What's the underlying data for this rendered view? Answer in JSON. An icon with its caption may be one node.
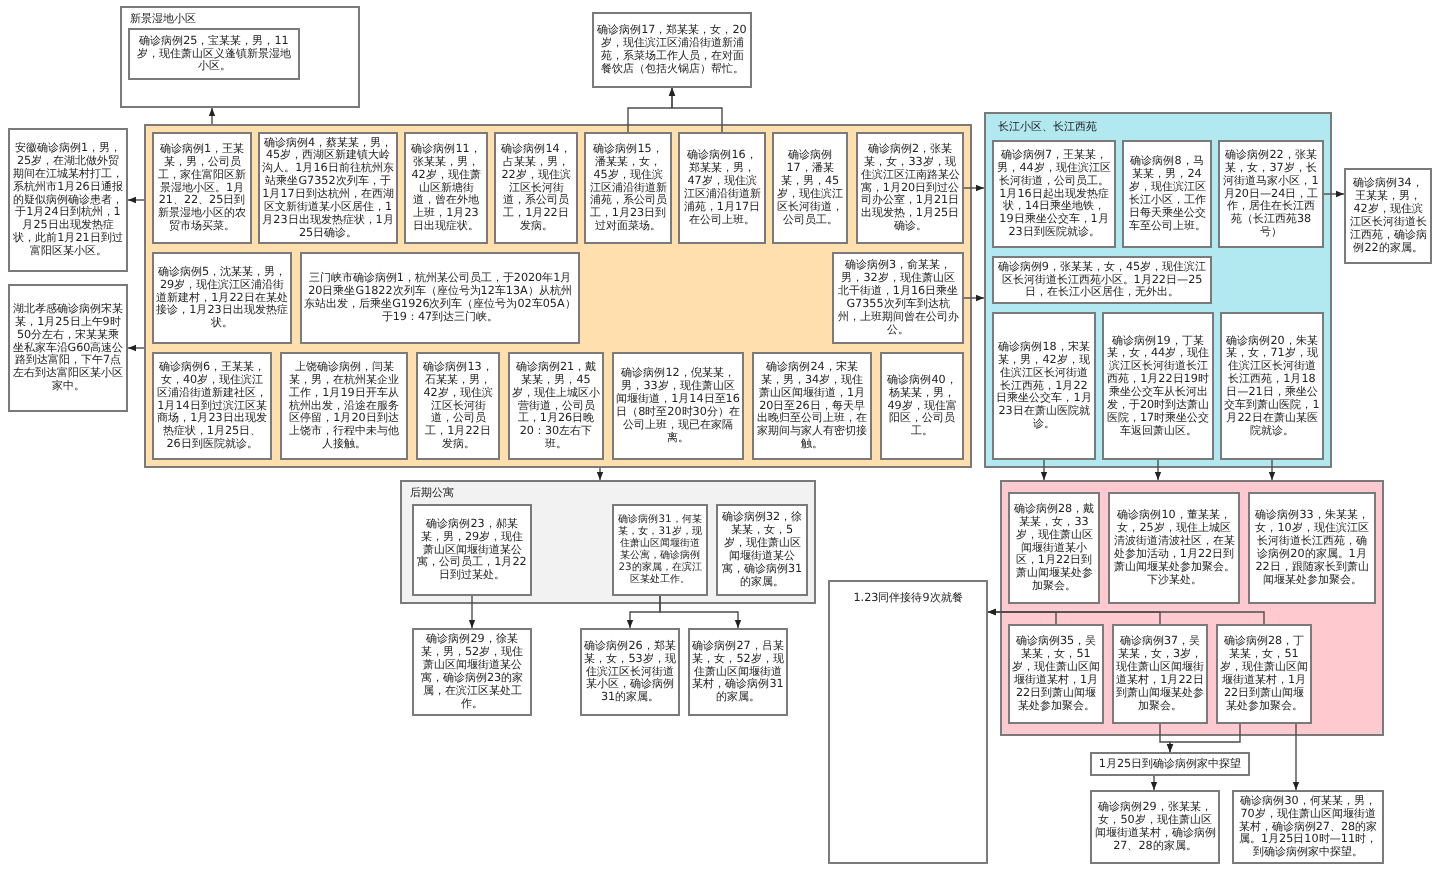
{
  "diagram": {
    "nodes": [
      {
        "text": [
          "新景湿地小区"
        ]
      },
      {
        "text": [
          "确诊病例25，宝某某，男，11岁，现住萧山区义蓬镇新景湿地小区。"
        ],
        "in": 0
      },
      {
        "text": [
          "确诊病例17，郑某某，女，20岁，现住滨江区浦沿街道新浦苑，系菜场工作人员，在对面餐饮店（包括火锅店）帮忙。"
        ]
      },
      {
        "text": [
          "安徽确诊病例1，男，25岁，在湖北做外贸期间在江城某村打工，系杭州市1月26日通报的疑似病例确诊患者，于1月24日到杭州，1月25日出现发热症状，此前1月21日到过富阳区某小区。"
        ]
      },
      {
        "text": [
          "湖北孝感确诊病例宋某某，1月25日上午9时50分左右，宋某某乘坐私家车沿G60高速公路到达富阳，下午7点左右到达富阳区某小区家中。"
        ]
      },
      {
        "text": [],
        "shape": "box"
      },
      {
        "text": [
          "确诊病例1，王某某，男，公司员工，家住富阳区新景湿地小区。1月21、22、25日到新景湿地小区的农贸市场买菜。"
        ],
        "in": 5
      },
      {
        "text": [
          "确诊病例4，蔡某某，男，45岁，西湖区新建镇大岭沟人。1月16日前往杭州东站乘坐G7352次列车，于1月17日到达杭州，在西湖区文新街道某小区居住，1月23日出现发热症状，1月25日确诊。"
        ],
        "in": 5
      },
      {
        "text": [
          "确诊病例11，张某某，男，42岁，现住萧山区新塘街道，曾在外地上班，1月23日出现症状。"
        ],
        "in": 5
      },
      {
        "text": [
          "确诊病例14，占某某，男，22岁，现住滨江区长河街道，系公司员工，1月22日发病。"
        ],
        "in": 5
      },
      {
        "text": [
          "确诊病例15，潘某某，女，45岁，现住滨江区浦沿街道新浦苑，系公司员工，1月23日到过对面菜场。"
        ],
        "in": 5
      },
      {
        "text": [
          "确诊病例16，郑某某，男，47岁，现住滨江区浦沿街道新浦苑，1月17日在公司上班。"
        ],
        "in": 5
      },
      {
        "text": [
          "确诊病例17，潘某某，男，45岁，现住滨江区长河街道，公司员工。"
        ],
        "in": 5
      },
      {
        "text": [
          "确诊病例2，张某某，女，33岁，现住滨江区江南路某公寓，1月20日到过公司办公室，1月21日出现发热，1月25日确诊。"
        ],
        "in": 5
      },
      {
        "text": [
          "确诊病例3，俞某某，男，32岁，现住萧山区北干街道，1月16日乘坐G7355次列车到达杭州，上班期间曾在公司办公。"
        ],
        "in": 5
      },
      {
        "text": [
          "确诊病例5，沈某某，男，29岁，现住滨江区浦沿街道新建村，1月22日在某处接诊，1月23日出现发热症状。"
        ],
        "in": 5
      },
      {
        "text": [
          "三门峡市确诊病例1，杭州某公司员工，于2020年1月20日乘坐G1822次列车（座位号为12车13A）从杭州东站出发，后乘坐G1926次列车（座位号为02车05A）于19：47到达三门峡。"
        ],
        "in": 5
      },
      {
        "text": [
          "确诊病例6，王某某，女，40岁，现住滨江区浦沿街道新建社区，1月14日到过滨江区某商场，1月23日出现发热症状，1月25日、26日到医院就诊。"
        ],
        "in": 5
      },
      {
        "text": [
          "上饶确诊病例，闫某某，男，在杭州某企业工作，1月19日开车从杭州出发，沿途在服务区停留，1月20日到达上饶市，行程中未与他人接触。"
        ],
        "in": 5
      },
      {
        "text": [
          "确诊病例13，石某某，男，42岁，现住滨江区长河街道，公司员工，1月22日发病。"
        ],
        "in": 5
      },
      {
        "text": [
          "确诊病例21，戴某某，男，45岁，现住上城区小营街道，公司员工，1月26日晚20：30左右下班。"
        ],
        "in": 5
      },
      {
        "text": [
          "确诊病例12，倪某某，男，33岁，现住萧山区闻堰街道，1月14日至16日（8时至20时30分）在公司上班，现已在家隔离。"
        ],
        "in": 5
      },
      {
        "text": [
          "确诊病例24，宋某某，男，34岁，现住萧山区闻堰街道，1月20日至26日，每天早出晚归至公司上班，在家期间与家人有密切接触。"
        ],
        "in": 5
      },
      {
        "text": [
          "确诊病例40，杨某某，男，49岁，现住富阳区，公司员工。"
        ],
        "in": 5
      },
      {
        "text": [
          "长江小区、长江西苑"
        ]
      },
      {
        "text": [
          "确诊病例7，王某某，男，44岁，现住滨江区长河街道，公司员工。1月16日起出现发热症状，14日乘坐地铁，19日乘坐公交车，1月23日到医院就诊。"
        ],
        "in": 24
      },
      {
        "text": [
          "确诊病例8，马某某，男，24岁，现住滨江区长江小区，工作日每天乘坐公交车至公司上班。"
        ],
        "in": 24
      },
      {
        "text": [
          "确诊病例22，张某某，女，37岁，长河街道马家小区，1月20日—24日，工作，居住在长江西苑（长江西苑38号）"
        ],
        "in": 24
      },
      {
        "text": [
          "确诊病例9，张某某，女，45岁，现住滨江区长河街道长江西苑小区。1月22日—25日，在长江小区居住，无外出。"
        ],
        "in": 24
      },
      {
        "text": [
          "确诊病例18，宋某某，男，42岁，现住滨江区长河街道长江西苑，1月22日乘坐公交车，1月23日在萧山医院就诊。"
        ],
        "in": 24
      },
      {
        "text": [
          "确诊病例19，丁某某，女，44岁，现住滨江区长河街道长江西苑，1月22日19时乘坐公交车从长河出发，于20时到达萧山医院，17时乘坐公交车返回萧山区。"
        ],
        "in": 24
      },
      {
        "text": [
          "确诊病例20，朱某某，女，71岁，现住滨江区长河街道长江西苑，1月18日—21日，乘坐公交车到萧山医院，1月22日在萧山某医院就诊。"
        ],
        "in": 24
      },
      {
        "text": [
          "确诊病例34，王某某，男，42岁，现住滨江区长河街道长江西苑，确诊病例22的家属。"
        ]
      },
      {
        "text": [
          "后期公寓"
        ]
      },
      {
        "text": [
          "确诊病例23，郝某某，男，29岁，现住萧山区闻堰街道某公寓，公司员工，1月22日到过某处。"
        ],
        "in": 33
      },
      {
        "text": [
          "确诊病例31，何某某，女，31岁，现住萧山区闻堰街道某公寓，确诊病例23的家属，在滨江区某处工作。"
        ],
        "in": 33
      },
      {
        "text": [
          "确诊病例32，徐某某，女，5岁，现住萧山区闻堰街道某公寓，确诊病例31的家属。"
        ],
        "in": 33
      },
      {
        "text": [
          "确诊病例29，徐某某，男，52岁，现住萧山区闻堰街道某公寓，确诊病例23的家属，在滨江区某处工作。"
        ]
      },
      {
        "text": [
          "确诊病例26，郑某某，女，53岁，现住滨江区长河街道某小区，确诊病例31的家属。"
        ]
      },
      {
        "text": [
          "确诊病例27，吕某某，女，52岁，现住萧山区闻堰街道某村，确诊病例31的家属。"
        ]
      },
      {
        "text": [
          "1.23同伴接待9次就餐"
        ]
      },
      {
        "text": [],
        "shape": "box"
      },
      {
        "text": [
          "确诊病例28，戴某某，女，33岁，现住萧山区闻堰街道某小区，1月22日到萧山闻堰某处参加聚会。"
        ],
        "in": 41
      },
      {
        "text": [
          "确诊病例10，董某某，女，25岁，现住上城区清波街道清波社区，在某处参加活动，1月22日到萧山闻堰某处参加聚会。下沙某处。"
        ],
        "in": 41
      },
      {
        "text": [
          "确诊病例33，朱某某，女，10岁，现住滨江区长河街道长江西苑，确诊病例20的家属。1月22日，跟随家长到萧山闻堰某处参加聚会。"
        ],
        "in": 41
      },
      {
        "text": [
          "确诊病例35，吴某某，女，51岁，现住萧山区闻堰街道某村，1月22日到萧山闻堰某处参加聚会。"
        ],
        "in": 41
      },
      {
        "text": [
          "确诊病例37，吴某某，女，3岁，现住萧山区闻堰街道某村，1月22日到萧山闻堰某处参加聚会。"
        ],
        "in": 41
      },
      {
        "text": [
          "确诊病例28，丁某某，女，51岁，现住萧山区闻堰街道某村，1月22日到萧山闻堰某处参加聚会。"
        ],
        "in": 41
      },
      {
        "text": [
          "1月25日到确诊病例家中探望"
        ]
      },
      {
        "text": [
          "确诊病例29，张某某，女，50岁，现住萧山区闻堰街道某村，确诊病例27、28的家属。"
        ]
      },
      {
        "text": [
          "确诊病例30，何某某，男，70岁，现住萧山区闻堰街道某村，确诊病例27、28的家属。1月25日10时—11时，到确诊病例家中探望。"
        ]
      }
    ],
    "edges": [
      {
        "from": 5,
        "to": 0,
        "arrow": "to"
      },
      {
        "from": 10,
        "to": 2,
        "arrow": "to"
      },
      {
        "from": 11,
        "to": 2,
        "arrow": "to"
      },
      {
        "from": 5,
        "to": 3,
        "arrow": "to"
      },
      {
        "from": 5,
        "to": 4,
        "arrow": "to"
      },
      {
        "from": 13,
        "to": 24,
        "arrow": "to"
      },
      {
        "from": 14,
        "to": 24,
        "arrow": "to"
      },
      {
        "from": 27,
        "to": 32,
        "arrow": "to"
      },
      {
        "from": 29,
        "to": 41,
        "arrow": "to"
      },
      {
        "from": 30,
        "to": 41,
        "arrow": "to"
      },
      {
        "from": 31,
        "to": 41,
        "arrow": "to"
      },
      {
        "from": 5,
        "to": 33,
        "arrow": "to"
      },
      {
        "from": 34,
        "to": 37,
        "arrow": "to"
      },
      {
        "from": 35,
        "to": 38,
        "arrow": "to"
      },
      {
        "from": 35,
        "to": 39,
        "arrow": "to"
      },
      {
        "from": 45,
        "to": 40,
        "arrow": "to"
      },
      {
        "from": 46,
        "to": 40,
        "arrow": "to"
      },
      {
        "from": 47,
        "to": 40,
        "arrow": "to"
      },
      {
        "from": 46,
        "to": 48,
        "arrow": "to"
      },
      {
        "from": 47,
        "to": 48,
        "arrow": "to"
      },
      {
        "from": 48,
        "to": 49,
        "arrow": "to"
      },
      {
        "from": 47,
        "to": 50,
        "arrow": "to"
      }
    ]
  }
}
